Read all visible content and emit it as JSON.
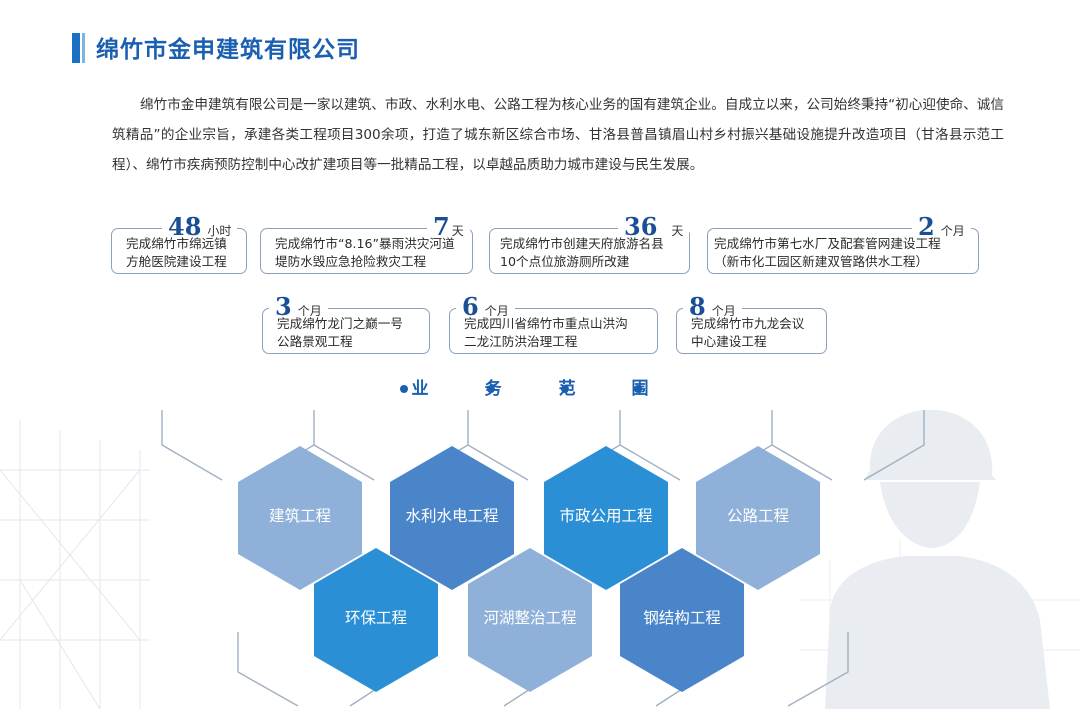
{
  "header": {
    "title": "绵竹市金申建筑有限公司"
  },
  "intro": {
    "text": "绵竹市金申建筑有限公司是一家以建筑、市政、水利水电、公路工程为核心业务的国有建筑企业。自成立以来，公司始终秉持“初心迎使命、诚信筑精品”的企业宗旨，承建各类工程项目300余项，打造了城东新区综合市场、甘洛县普昌镇眉山村乡村振兴基础设施提升改造项目（甘洛县示范工程）、绵竹市疾病预防控制中心改扩建项目等一批精品工程，以卓越品质助力城市建设与民生发展。"
  },
  "achievements": [
    {
      "value": "48",
      "unit": "小时",
      "line1": "完成绵竹市绵远镇",
      "line2": "方舱医院建设工程"
    },
    {
      "value": "7",
      "unit": "天",
      "line1": "完成绵竹市“8.16”暴雨洪灾河道",
      "line2": "堤防水毁应急抢险救灾工程"
    },
    {
      "value": "36",
      "unit": "天",
      "line1": "完成绵竹市创建天府旅游名县",
      "line2": "10个点位旅游厕所改建"
    },
    {
      "value": "2",
      "unit": "个月",
      "line1": "完成绵竹市第七水厂及配套管网建设工程",
      "line2": "（新市化工园区新建双管路供水工程）"
    },
    {
      "value": "3",
      "unit": "个月",
      "line1": "完成绵竹龙门之巅一号",
      "line2": "公路景观工程"
    },
    {
      "value": "6",
      "unit": "个月",
      "line1": "完成四川省绵竹市重点山洪沟",
      "line2": "二龙江防洪治理工程"
    },
    {
      "value": "8",
      "unit": "个月",
      "line1": "完成绵竹市九龙会议",
      "line2": "中心建设工程"
    }
  ],
  "section": {
    "chars": [
      "业",
      "务",
      "范",
      "围"
    ]
  },
  "services": [
    {
      "label": "建筑工程",
      "color": "#8fb1d9"
    },
    {
      "label": "水利水电工程",
      "color": "#4a85c9"
    },
    {
      "label": "市政公用工程",
      "color": "#2b8fd6"
    },
    {
      "label": "公路工程",
      "color": "#8fb1d9"
    },
    {
      "label": "环保工程",
      "color": "#2b8fd6"
    },
    {
      "label": "河湖整治工程",
      "color": "#8fb1d9"
    },
    {
      "label": "钢结构工程",
      "color": "#4a85c9"
    }
  ],
  "colors": {
    "accent": "#1a5fb0",
    "card_border": "#8aa2bd",
    "number": "#1a4f93"
  }
}
